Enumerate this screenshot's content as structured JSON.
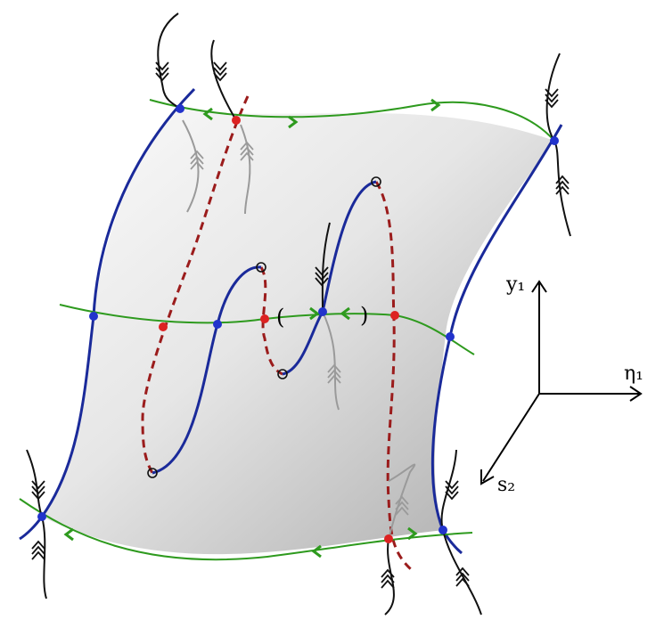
{
  "axes": {
    "y_label": "y₁",
    "x_label": "η₁",
    "s_label": "s₂"
  },
  "annotations": {
    "left_paren": "(",
    "right_paren": ")"
  },
  "colors": {
    "surface_light": "#f7f7f7",
    "surface_dark": "#a8a8a8",
    "attracting_curve": "#1a2a9a",
    "repelling_curve": "#9b1c1c",
    "flow_line": "#2e9a1e",
    "fiber": "#111111",
    "fiber_faded": "#9a9a9a",
    "attracting_point": "#2233cc",
    "repelling_point": "#dd2222",
    "fold_point_edge": "#111111"
  },
  "icons": {
    "flow_arrow": "chevron-arrow-icon",
    "fiber_arrow": "triple-chevron-icon"
  }
}
